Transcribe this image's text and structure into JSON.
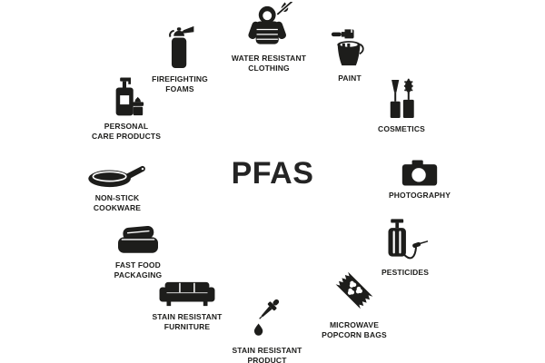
{
  "title": "PFAS",
  "colors": {
    "ink": "#1d1d1b",
    "background": "#ffffff"
  },
  "items": [
    {
      "id": "water-resistant-clothing",
      "icon": "hooded-jacket-icon",
      "label": "WATER RESISTANT\nCLOTHING"
    },
    {
      "id": "paint",
      "icon": "paint-bucket-icon",
      "label": "PAINT"
    },
    {
      "id": "cosmetics",
      "icon": "mascara-icon",
      "label": "COSMETICS"
    },
    {
      "id": "photography",
      "icon": "camera-icon",
      "label": "PHOTOGRAPHY"
    },
    {
      "id": "pesticides",
      "icon": "sprayer-icon",
      "label": "PESTICIDES"
    },
    {
      "id": "microwave-popcorn-bags",
      "icon": "popcorn-bag-icon",
      "label": "MICROWAVE\nPOPCORN BAGS"
    },
    {
      "id": "stain-resistant-product",
      "icon": "dropper-icon",
      "label": "STAIN RESISTANT\nPRODUCT"
    },
    {
      "id": "stain-resistant-furniture",
      "icon": "sofa-icon",
      "label": "STAIN RESISTANT\nFURNITURE"
    },
    {
      "id": "fast-food-packaging",
      "icon": "food-box-icon",
      "label": "FAST FOOD\nPACKAGING"
    },
    {
      "id": "non-stick-cookware",
      "icon": "frying-pan-icon",
      "label": "NON-STICK\nCOOKWARE"
    },
    {
      "id": "personal-care-products",
      "icon": "lotion-bottles-icon",
      "label": "PERSONAL\nCARE PRODUCTS"
    },
    {
      "id": "firefighting-foams",
      "icon": "fire-extinguisher-icon",
      "label": "FIREFIGHTING\nFOAMS"
    }
  ]
}
